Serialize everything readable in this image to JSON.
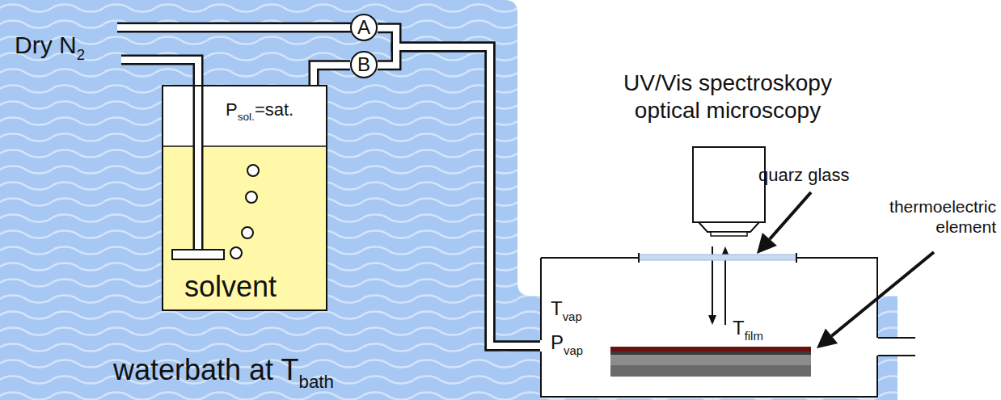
{
  "diagram": {
    "nodes": [
      {
        "text": [
          "A"
        ]
      },
      {
        "text": [
          "B"
        ]
      },
      {
        "text": [
          "Psol.=sat.",
          "solvent"
        ]
      },
      {
        "text": [
          "Tvap",
          "Pvap",
          "Tfilm"
        ]
      }
    ],
    "edges": [
      {
        "from": 2,
        "to": 1,
        "arrow": "none"
      },
      {
        "from": 0,
        "to": 3,
        "arrow": "none"
      },
      {
        "from": 1,
        "to": 3,
        "arrow": "none"
      }
    ],
    "labels": [
      "Dry N2",
      "UV/Vis spectroskopy optical microscopy",
      "quarz glass",
      "thermoelectric element",
      "waterbath at Tbath"
    ]
  }
}
